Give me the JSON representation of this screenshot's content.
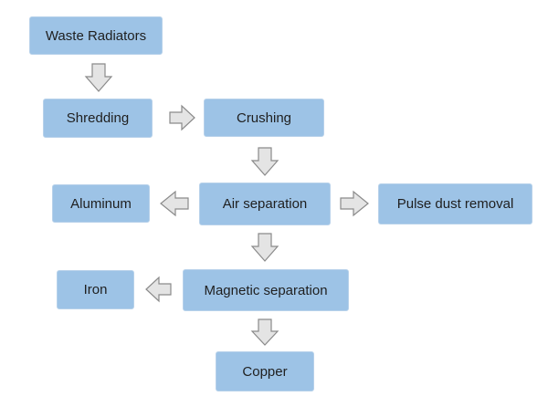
{
  "nodes": {
    "waste_radiators": "Waste Radiators",
    "shredding": "Shredding",
    "crushing": "Crushing",
    "air_separation": "Air separation",
    "aluminum": "Aluminum",
    "pulse_dust_removal": "Pulse dust removal",
    "magnetic_separation": "Magnetic separation",
    "iron": "Iron",
    "copper": "Copper"
  },
  "colors": {
    "node_fill": "#9dc3e6",
    "node_border": "#b7d1ea",
    "arrow_fill": "#e4e4e4",
    "arrow_stroke": "#8a8a8a"
  },
  "edges": [
    {
      "from": "waste_radiators",
      "to": "shredding"
    },
    {
      "from": "shredding",
      "to": "crushing"
    },
    {
      "from": "crushing",
      "to": "air_separation"
    },
    {
      "from": "air_separation",
      "to": "aluminum"
    },
    {
      "from": "air_separation",
      "to": "pulse_dust_removal"
    },
    {
      "from": "air_separation",
      "to": "magnetic_separation"
    },
    {
      "from": "magnetic_separation",
      "to": "iron"
    },
    {
      "from": "magnetic_separation",
      "to": "copper"
    }
  ]
}
